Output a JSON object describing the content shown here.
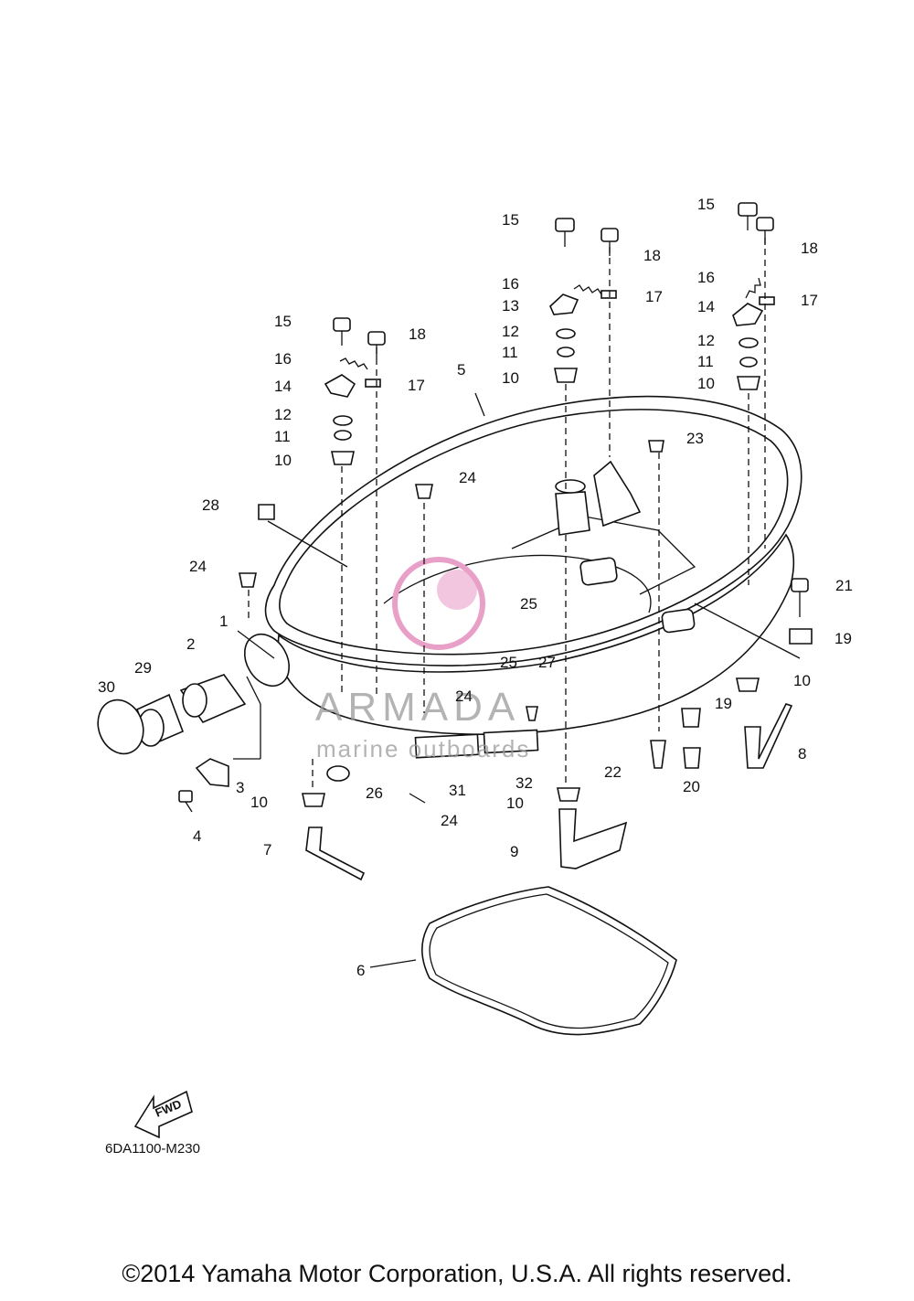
{
  "diagram": {
    "drawing_code": "6DA1100-M230",
    "fwd_label": "FWD",
    "watermark": {
      "brand": "ARMADA",
      "tagline": "marine outboards",
      "accent_color": "#e8a0c8"
    },
    "copyright": "©2014 Yamaha Motor Corporation, U.S.A. All rights reserved.",
    "callouts": [
      "1",
      "2",
      "3",
      "4",
      "5",
      "6",
      "7",
      "8",
      "9",
      "10",
      "11",
      "12",
      "13",
      "14",
      "15",
      "16",
      "17",
      "18",
      "19",
      "20",
      "21",
      "22",
      "23",
      "24",
      "25",
      "26",
      "27",
      "28",
      "29",
      "30",
      "31",
      "32"
    ]
  }
}
